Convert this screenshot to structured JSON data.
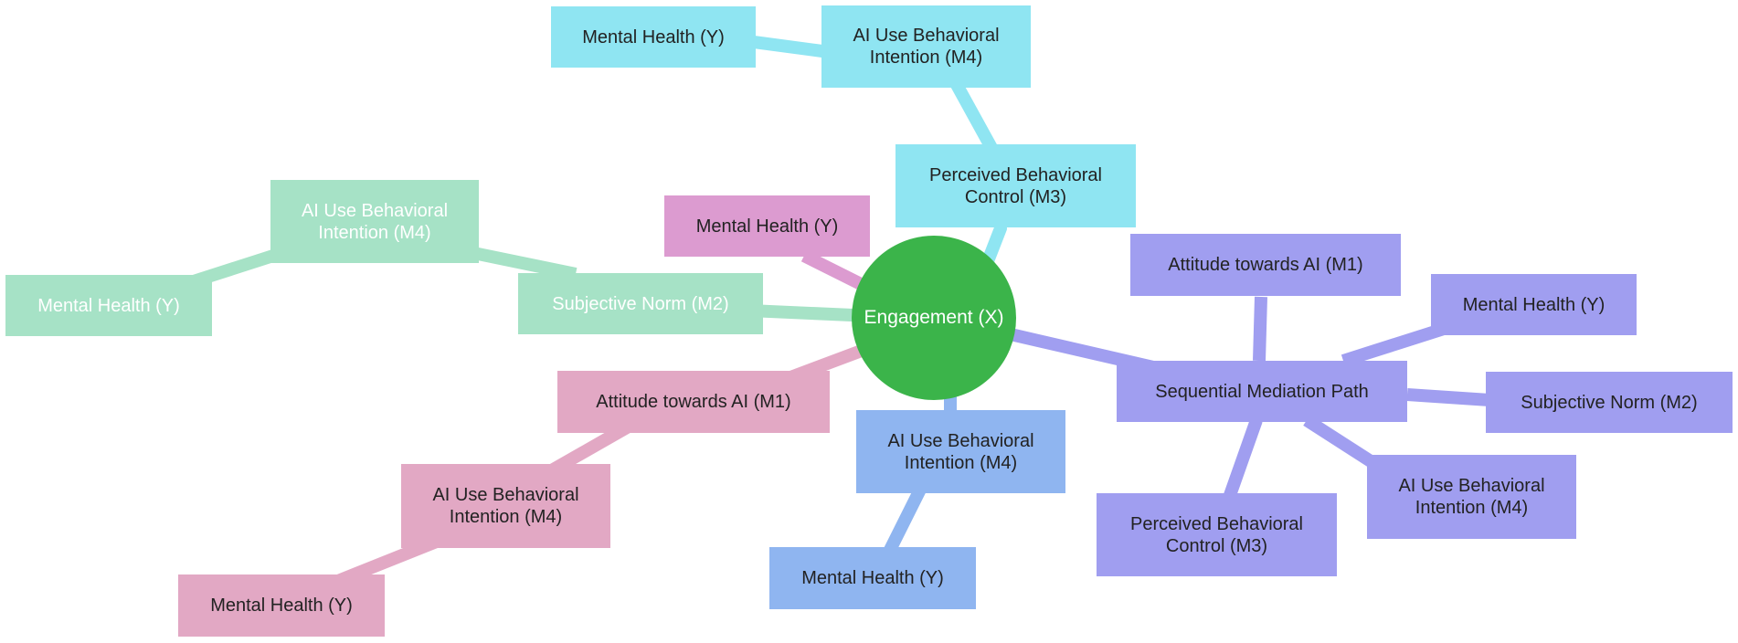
{
  "colors": {
    "center": "#3bb44a",
    "cyan_branch": "#8fe5f2",
    "green_branch": "#a6e2c6",
    "magenta_branch": "#dc9bd0",
    "pink_branch": "#e2a8c4",
    "blue_branch": "#8fb5f0",
    "purple_branch": "#a09ef0"
  },
  "center": {
    "label": "Engagement (X)"
  },
  "cyan_branch": {
    "pbc": "Perceived Behavioral Control (M3)",
    "intention": "AI Use Behavioral Intention (M4)",
    "health": "Mental Health (Y)"
  },
  "green_branch": {
    "norm": "Subjective Norm (M2)",
    "intention": "AI Use Behavioral Intention (M4)",
    "health": "Mental Health (Y)"
  },
  "magenta_branch": {
    "health": "Mental Health (Y)"
  },
  "pink_branch": {
    "attitude": "Attitude towards AI (M1)",
    "intention": "AI Use Behavioral Intention (M4)",
    "health": "Mental Health (Y)"
  },
  "blue_branch": {
    "intention": "AI Use Behavioral Intention (M4)",
    "health": "Mental Health (Y)"
  },
  "purple_branch": {
    "path": "Sequential Mediation Path",
    "attitude": "Attitude towards AI (M1)",
    "health": "Mental Health (Y)",
    "norm": "Subjective Norm (M2)",
    "intention": "AI Use Behavioral Intention (M4)",
    "pbc": "Perceived Behavioral Control (M3)"
  }
}
